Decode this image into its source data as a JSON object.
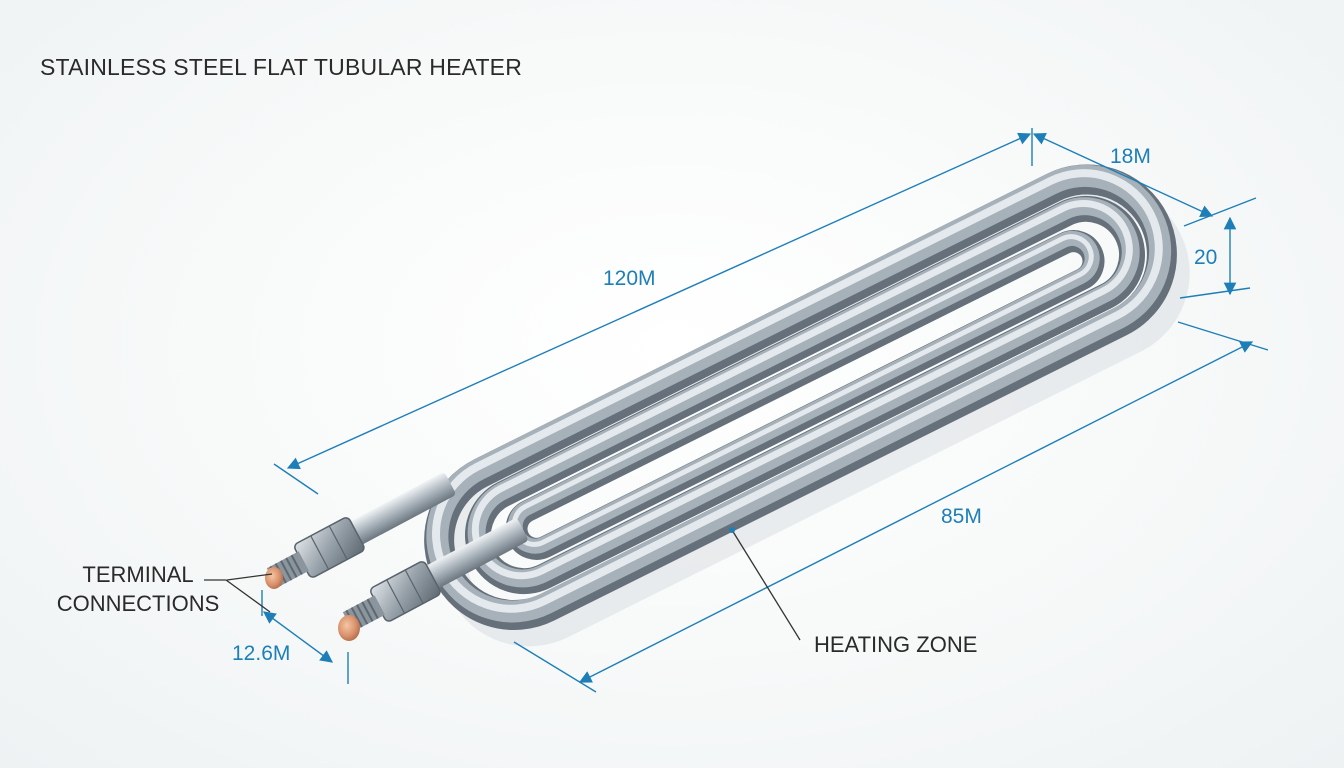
{
  "title": "STAINLESS STEEL FLAT TUBULAR HEATER",
  "labels": {
    "terminal_line1": "TERMINAL",
    "terminal_line2": "CONNECTIONS",
    "heating_zone": "HEATING ZONE"
  },
  "dimensions": {
    "overall_length": "120M",
    "width": "18M",
    "height": "20",
    "heating_length": "85M",
    "terminal_spacing": "12.6M"
  },
  "colors": {
    "dimension": "#1e7fb8",
    "text": "#2a2a2a",
    "steel_dark": "#6f7a84",
    "steel_mid": "#a9b3bb",
    "steel_light": "#e3e8ec",
    "copper": "#d8906a"
  }
}
